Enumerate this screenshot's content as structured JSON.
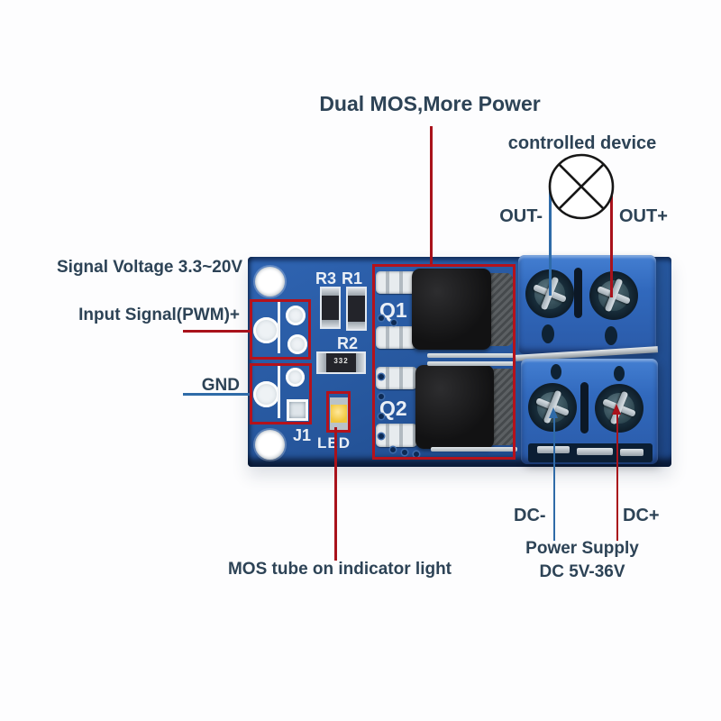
{
  "labels": {
    "title": "Dual MOS,More Power",
    "controlled_device": "controlled device",
    "out_minus": "OUT-",
    "out_plus": "OUT+",
    "signal_voltage": "Signal Voltage 3.3~20V",
    "input_signal": "Input Signal(PWM)+",
    "gnd": "GND",
    "dc_minus": "DC-",
    "dc_plus": "DC+",
    "power_supply_line1": "Power Supply",
    "power_supply_line2": "DC 5V-36V",
    "mos_indicator": "MOS tube on indicator light"
  },
  "silk": {
    "r3": "R3",
    "r1": "R1",
    "r2": "R2",
    "r2_value": "332",
    "q1": "Q1",
    "q2": "Q2",
    "j1": "J1",
    "led": "LED"
  },
  "colors": {
    "annotation_text": "#2d4356",
    "leader_red": "#a9121b",
    "leader_blue": "#2f6ba8",
    "highlight_box_red": "#b5121b",
    "pcb_blue": "#27589f",
    "terminal_blue": "#3169bd",
    "silkscreen_white": "#eaeff6",
    "led_yellow": "#f1c63c",
    "background": "#fdfdfe"
  }
}
